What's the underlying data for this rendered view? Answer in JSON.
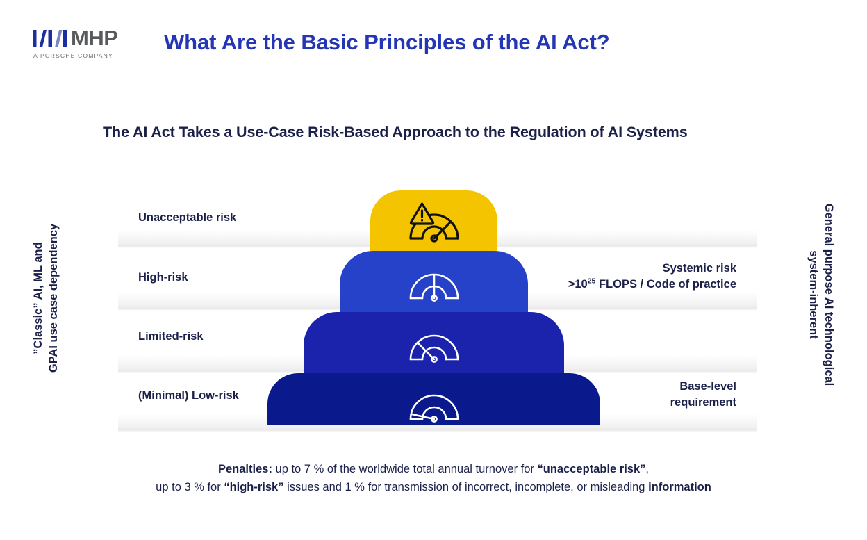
{
  "logo": {
    "wordmark": "MHP",
    "tagline": "A PORSCHE COMPANY",
    "mark_icon": "mhp-bars-logo"
  },
  "header": {
    "title": "What Are the Basic Principles of the AI Act?",
    "subtitle": "The AI Act Takes a Use-Case Risk-Based Approach to the Regulation of AI Systems"
  },
  "axes": {
    "left_line_1": "”Classic” AI, ML and",
    "left_line_2": "GPAI use case dependency",
    "right_line_1": "General purpose AI technological",
    "right_line_2": "system-inherent"
  },
  "pyramid": {
    "tiers": [
      {
        "label": "Unacceptable risk",
        "color": "#f5c400",
        "icon": "gauge-high-warning-icon",
        "needle_angle": -45,
        "icon_color": "#111111"
      },
      {
        "label": "High-risk",
        "color": "#2642c9",
        "icon": "gauge-medium-icon",
        "needle_angle": 0,
        "icon_color": "#ffffff"
      },
      {
        "label": "Limited-risk",
        "color": "#1b22ab",
        "icon": "gauge-low-icon",
        "needle_angle": -135,
        "icon_color": "#ffffff"
      },
      {
        "label": "(Minimal) Low-risk",
        "color": "#0a1a8c",
        "icon": "gauge-minimal-icon",
        "needle_angle": -168,
        "icon_color": "#ffffff"
      }
    ]
  },
  "annotations": {
    "systemic_line_1": "Systemic risk",
    "systemic_prefix": ">10",
    "systemic_exponent": "25",
    "systemic_suffix": " FLOPS / Code of practice",
    "base_line_1": "Base-level",
    "base_line_2": "requirement"
  },
  "footer": {
    "line1_bold_lead": "Penalties:",
    "line1_mid": " up to 7 % of the worldwide total annual turnover for ",
    "line1_bold_quote": "“unacceptable risk”",
    "line1_end": ",",
    "line2_start": "up to 3 % for ",
    "line2_bold_quote": "“high-risk”",
    "line2_mid": " issues and 1 % for transmission of incorrect, incomplete, or misleading ",
    "line2_bold_end": "information"
  },
  "colors": {
    "title_blue": "#2435b5",
    "navy_text": "#1b2049",
    "gold": "#f5c400",
    "blue_2": "#2642c9",
    "blue_3": "#1b22ab",
    "blue_4": "#0a1a8c"
  }
}
